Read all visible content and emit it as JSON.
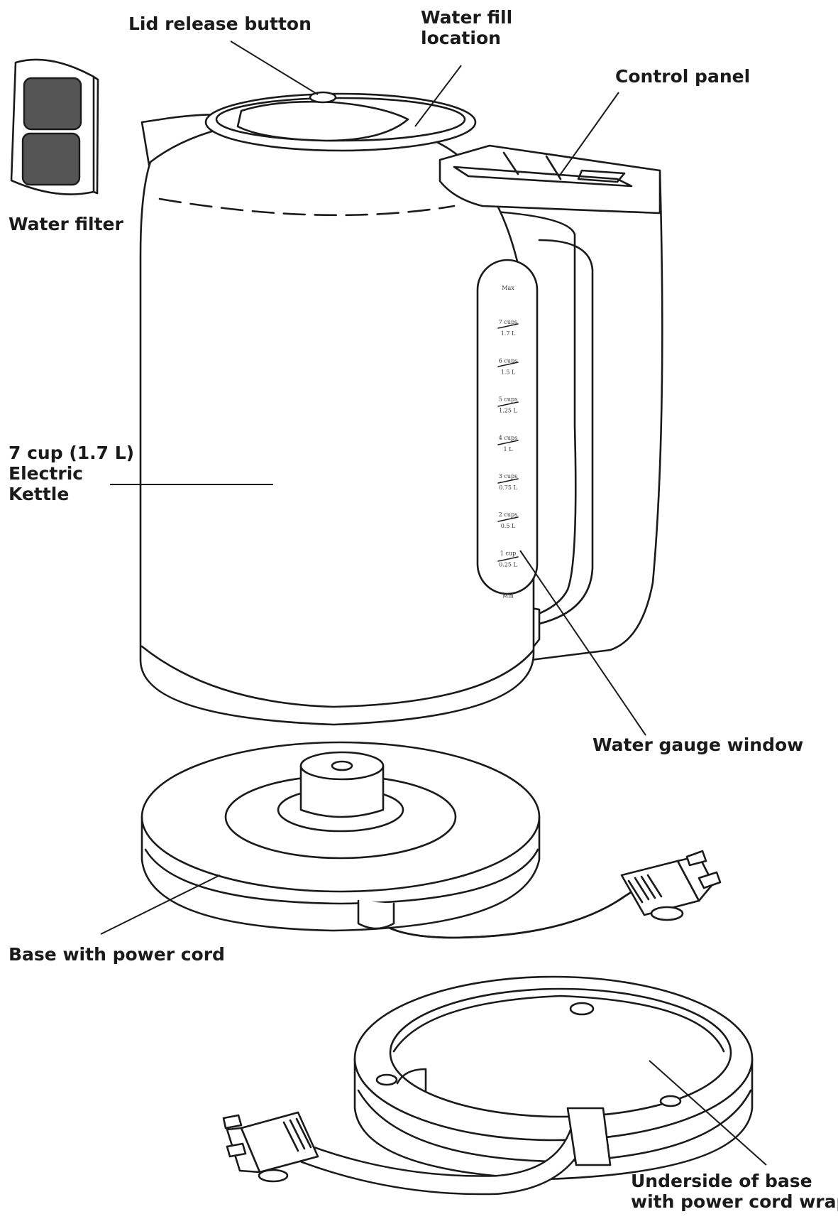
{
  "diagram": {
    "colors": {
      "ink": "#1a1a1a",
      "background": "#ffffff",
      "filter_mesh": "#555555"
    },
    "labels": {
      "lid_release_button": "Lid release button",
      "water_fill_location": [
        "Water fill",
        "location"
      ],
      "control_panel": "Control panel",
      "water_filter": "Water filter",
      "kettle": [
        "7 cup (1.7 L)",
        "Electric",
        "Kettle"
      ],
      "water_gauge_window": "Water gauge window",
      "base_with_power_cord": "Base with power cord",
      "underside_of_base": [
        "Underside of base",
        "with power cord wrap"
      ]
    },
    "gauge_marks": [
      {
        "top": "Max",
        "bottom": ""
      },
      {
        "top": "7 cups",
        "bottom": "1.7 L"
      },
      {
        "top": "6 cups",
        "bottom": "1.5 L"
      },
      {
        "top": "5 cups",
        "bottom": "1.25 L"
      },
      {
        "top": "4 cups",
        "bottom": "1 L"
      },
      {
        "top": "3 cups",
        "bottom": "0.75 L"
      },
      {
        "top": "2 cups",
        "bottom": "0.5 L"
      },
      {
        "top": "1 cup",
        "bottom": "0.25 L"
      },
      {
        "top": "Min",
        "bottom": ""
      }
    ]
  }
}
